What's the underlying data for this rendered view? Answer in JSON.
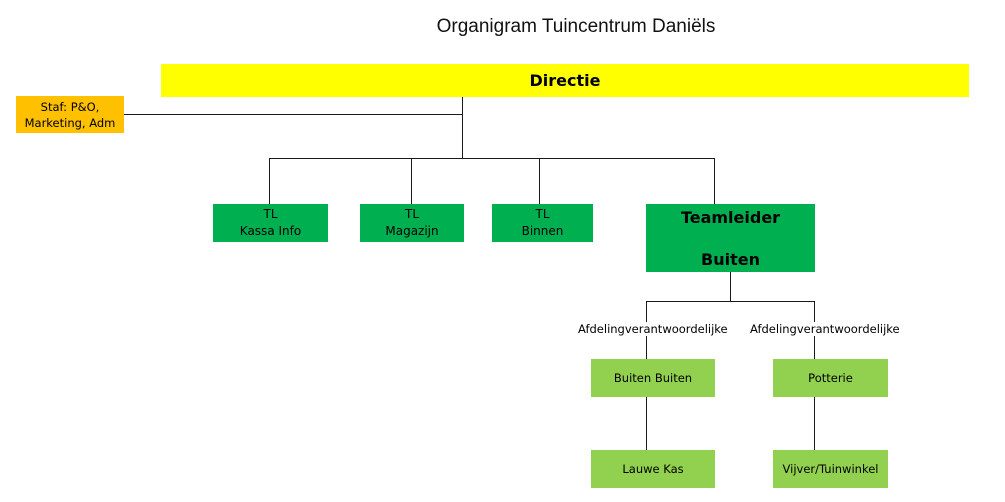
{
  "title": "Organigram Tuincentrum Daniëls",
  "colors": {
    "directie": "#ffff00",
    "staf": "#ffc000",
    "teamleider": "#00b050",
    "afdeling": "#92d050",
    "connector": "#1a1a1a"
  },
  "directie": {
    "label": "Directie"
  },
  "staf": {
    "line1": "Staf: P&O,",
    "line2": "Marketing, Adm"
  },
  "teamleiders": [
    {
      "line1": "TL",
      "line2": "Kassa Info"
    },
    {
      "line1": "TL",
      "line2": "Magazijn"
    },
    {
      "line1": "TL",
      "line2": "Binnen"
    },
    {
      "line1": "Teamleider",
      "line2": "Buiten"
    }
  ],
  "afdelingen": [
    {
      "role": "Afdelingverantwoordelijke",
      "unit": "Buiten Buiten",
      "child": "Lauwe Kas"
    },
    {
      "role": "Afdelingverantwoordelijke",
      "unit": "Potterie",
      "child": "Vijver/Tuinwinkel"
    }
  ]
}
